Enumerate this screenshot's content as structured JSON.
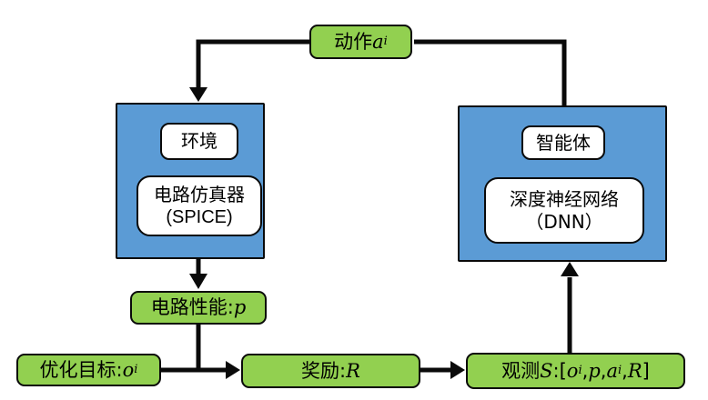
{
  "diagram": {
    "colors": {
      "green": "#92D050",
      "blue": "#5B9BD5",
      "ink": "#0a0a0a",
      "white": "#ffffff"
    },
    "nodes": {
      "action": {
        "segments": [
          {
            "t": "动作 "
          },
          {
            "t": "a",
            "i": true
          },
          {
            "t": "i",
            "i": true,
            "s": true
          }
        ]
      },
      "environment": {
        "label": "环境",
        "simulator_line1": "电路仿真器",
        "simulator_line2": "(SPICE)"
      },
      "agent": {
        "label": "智能体",
        "dnn_line1": "深度神经网络",
        "dnn_line2": "（DNN）"
      },
      "performance": {
        "segments": [
          {
            "t": "电路性能:"
          },
          {
            "t": "p",
            "i": true
          }
        ]
      },
      "objective": {
        "segments": [
          {
            "t": "优化目标: "
          },
          {
            "t": "o",
            "i": true
          },
          {
            "t": "i",
            "i": true,
            "s": true
          }
        ]
      },
      "reward": {
        "segments": [
          {
            "t": "奖励:"
          },
          {
            "t": "R",
            "i": true
          }
        ]
      },
      "observation": {
        "segments": [
          {
            "t": "观测"
          },
          {
            "t": "S",
            "i": true
          },
          {
            "t": ":["
          },
          {
            "t": "o",
            "i": true
          },
          {
            "t": "i",
            "i": true,
            "s": true
          },
          {
            "t": ", "
          },
          {
            "t": "p",
            "i": true
          },
          {
            "t": ", "
          },
          {
            "t": "a",
            "i": true
          },
          {
            "t": "i",
            "i": true,
            "s": true
          },
          {
            "t": ", "
          },
          {
            "t": "R",
            "i": true
          },
          {
            "t": "]"
          }
        ]
      }
    },
    "edges": [
      {
        "from": "智能体",
        "to": "动作",
        "arrowhead": false
      },
      {
        "from": "动作",
        "to": "环境",
        "arrowhead": true
      },
      {
        "from": "环境",
        "to": "电路性能",
        "arrowhead": true
      },
      {
        "from": "电路性能",
        "to": "奖励",
        "arrowhead": true
      },
      {
        "from": "优化目标",
        "to": "奖励",
        "arrowhead": true
      },
      {
        "from": "奖励",
        "to": "观测",
        "arrowhead": true
      },
      {
        "from": "观测",
        "to": "智能体",
        "arrowhead": true
      }
    ]
  }
}
